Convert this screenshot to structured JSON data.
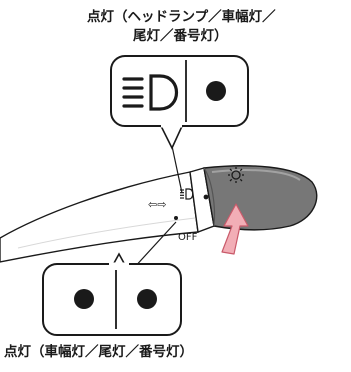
{
  "captions": {
    "top_line1": "点灯（ヘッドランプ／車幅灯／",
    "top_line2": "尾灯／番号灯）",
    "bottom": "点灯（車幅灯／尾灯／番号灯）"
  },
  "stalk_labels": {
    "indicator_arrows": "⇦⇨",
    "off": "OFF"
  },
  "icons": {
    "headlamp": "headlamp-icon",
    "position_dot": "position-dot-icon",
    "sun": "sun-icon",
    "arrow": "rotate-arrow-icon"
  },
  "colors": {
    "outline": "#1a1a1a",
    "knob": "#777777",
    "knob_highlight": "#a2a2a2",
    "arrow_pink": "#f2aeb6",
    "arrow_pink_dark": "#c95a6a"
  }
}
